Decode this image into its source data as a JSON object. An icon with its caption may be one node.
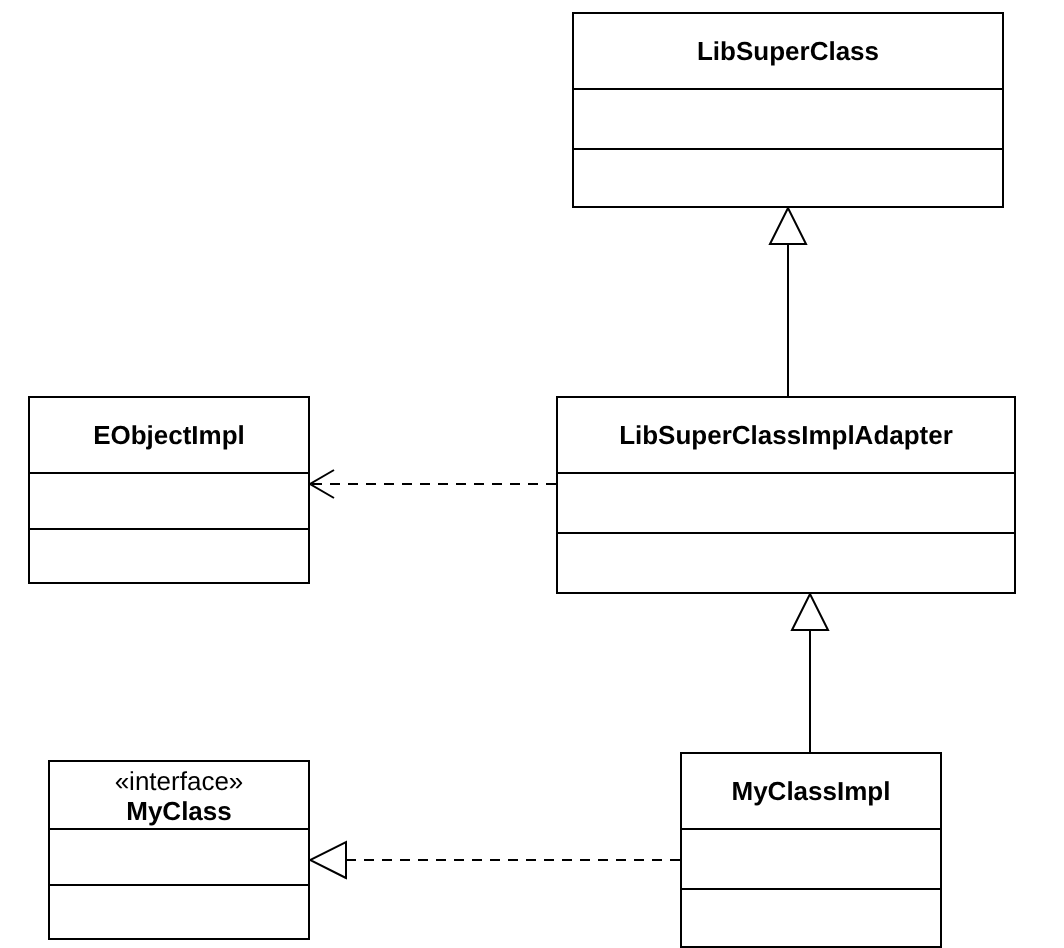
{
  "diagram": {
    "nodes": [
      {
        "text": [
          "LibSuperClass"
        ]
      },
      {
        "text": [
          "EObjectImpl"
        ]
      },
      {
        "text": [
          "LibSuperClassImplAdapter"
        ]
      },
      {
        "text": [
          "«interface»",
          "MyClass"
        ]
      },
      {
        "text": [
          "MyClassImpl"
        ]
      }
    ],
    "edges": [
      {
        "from": 2,
        "to": 0,
        "arrow": "to"
      },
      {
        "from": 2,
        "to": 1,
        "arrow": "to",
        "style": "dashed"
      },
      {
        "from": 4,
        "to": 2,
        "arrow": "to"
      },
      {
        "from": 4,
        "to": 3,
        "arrow": "to",
        "style": "dashed"
      }
    ]
  }
}
